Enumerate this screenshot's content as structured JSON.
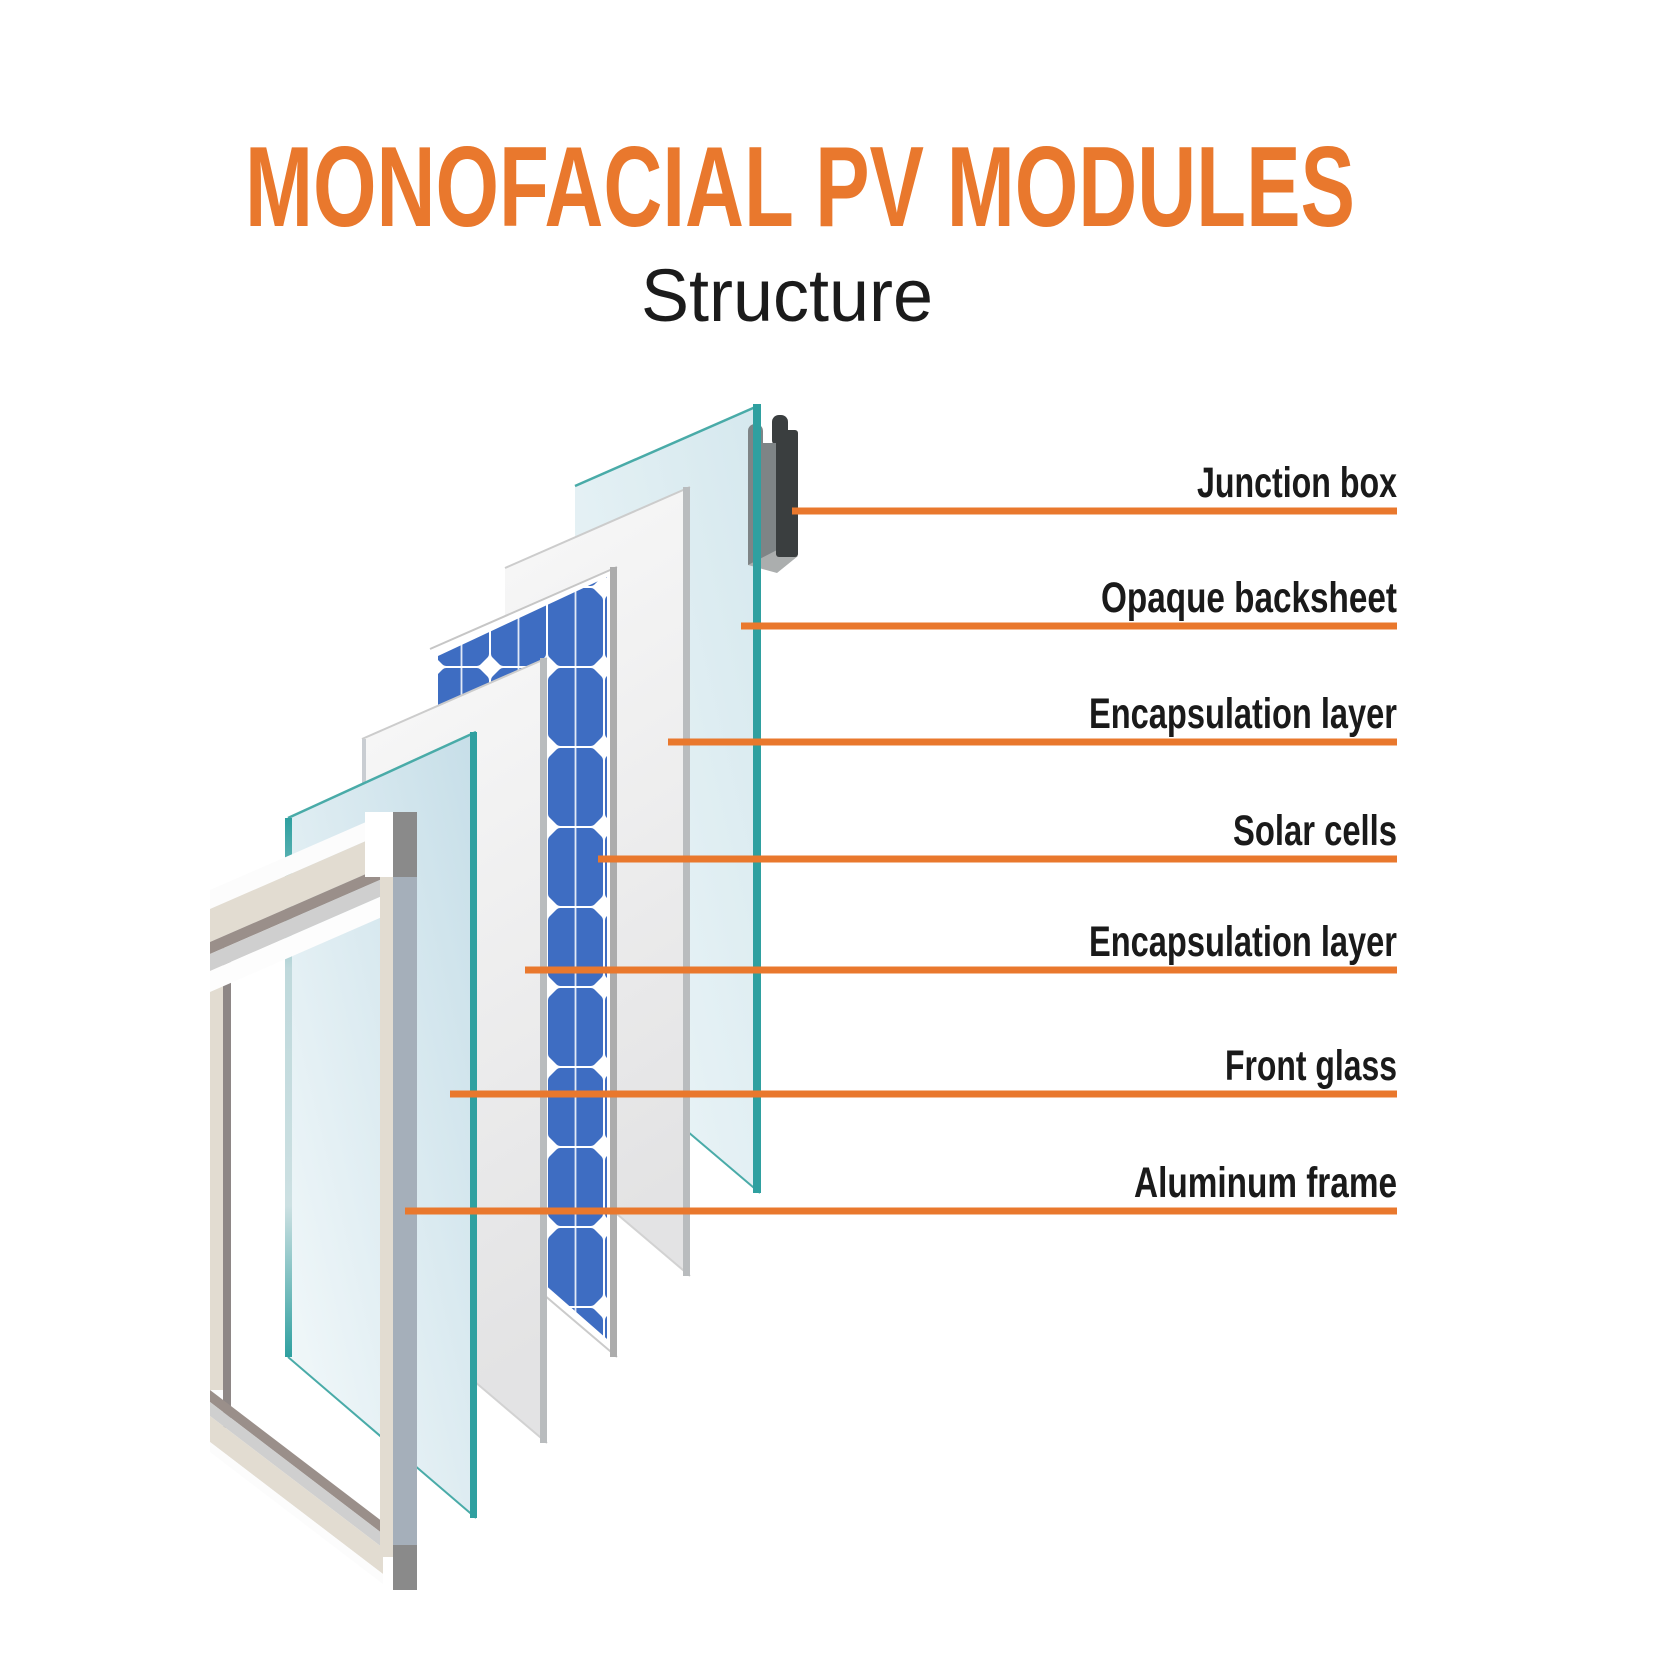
{
  "title": "MONOFACIAL PV MODULES",
  "subtitle": "Structure",
  "colors": {
    "accent_orange": "#E9782D",
    "glass_teal": "#2FA0A0",
    "cell_blue": "#3E6DC2",
    "ink": "#1A1A1A"
  },
  "labels": [
    {
      "text": "Junction box"
    },
    {
      "text": "Opaque backsheet"
    },
    {
      "text": "Encapsulation layer"
    },
    {
      "text": "Solar cells"
    },
    {
      "text": "Encapsulation layer"
    },
    {
      "text": "Front glass"
    },
    {
      "text": "Aluminum frame"
    }
  ]
}
